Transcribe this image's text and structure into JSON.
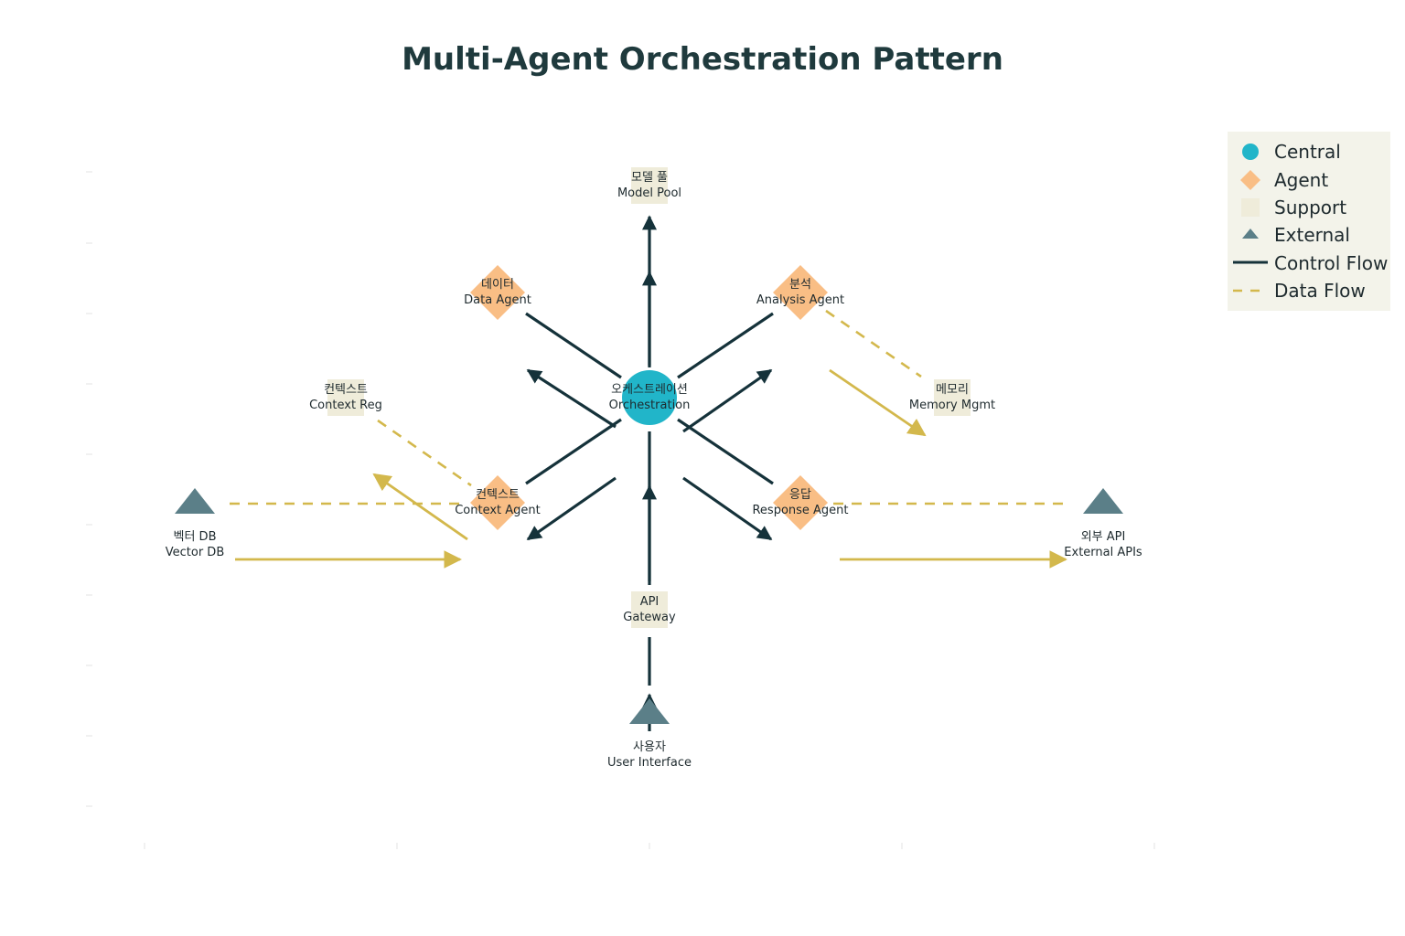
{
  "title": "Multi-Agent Orchestration Pattern",
  "colors": {
    "central": "#21b5c9",
    "agent": "#f9be85",
    "support": "#efecda",
    "external": "#5b7f88",
    "control": "#15323a",
    "data": "#d3b84c",
    "legend_bg": "#f3f3ea"
  },
  "nodes": {
    "model_pool": {
      "kind": "support",
      "ko": "모델 풀",
      "en": "Model Pool"
    },
    "data_agent": {
      "kind": "agent",
      "ko": "데이터",
      "en": "Data Agent"
    },
    "analysis": {
      "kind": "agent",
      "ko": "분석",
      "en": "Analysis Agent"
    },
    "context_reg": {
      "kind": "support",
      "ko": "컨텍스트",
      "en": "Context Reg"
    },
    "orchestration": {
      "kind": "central",
      "ko": "오케스트레이션",
      "en": "Orchestration"
    },
    "memory": {
      "kind": "support",
      "ko": "메모리",
      "en": "Memory Mgmt"
    },
    "vector_db": {
      "kind": "external",
      "ko": "벡터 DB",
      "en": "Vector DB"
    },
    "context_agent": {
      "kind": "agent",
      "ko": "컨텍스트",
      "en": "Context Agent"
    },
    "response": {
      "kind": "agent",
      "ko": "응답",
      "en": "Response Agent"
    },
    "external_api": {
      "kind": "external",
      "ko": "외부 API",
      "en": "External APIs"
    },
    "api_gateway": {
      "kind": "support",
      "ko": "API",
      "en": "Gateway"
    },
    "user": {
      "kind": "external",
      "ko": "사용자",
      "en": "User Interface"
    }
  },
  "legend": [
    {
      "key": "central",
      "label": "Central"
    },
    {
      "key": "agent",
      "label": "Agent"
    },
    {
      "key": "support",
      "label": "Support"
    },
    {
      "key": "external",
      "label": "External"
    },
    {
      "key": "control",
      "label": "Control Flow"
    },
    {
      "key": "data",
      "label": "Data Flow"
    }
  ]
}
